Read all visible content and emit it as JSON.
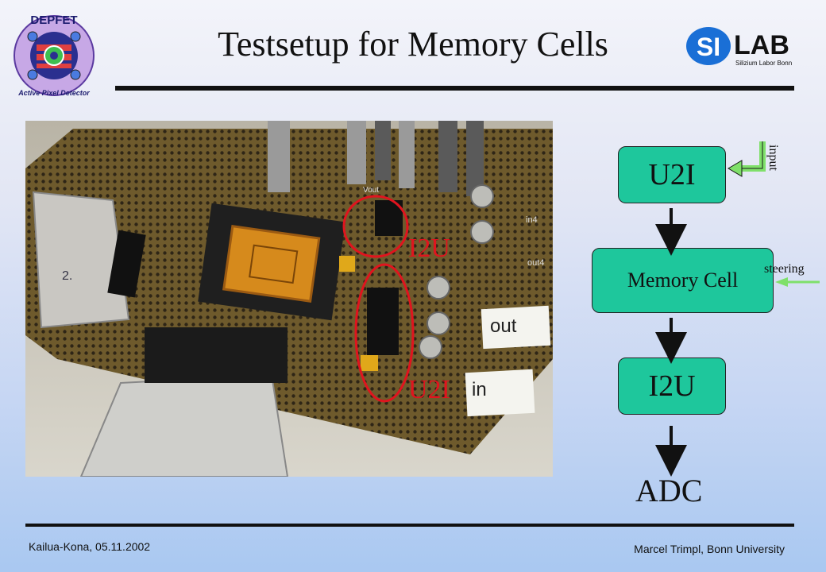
{
  "slide": {
    "title": "Testsetup for Memory Cells",
    "footer_left": "Kailua-Kona, 05.11.2002",
    "footer_right": "Marcel Trimpl, Bonn University"
  },
  "logos": {
    "depfet_top": "DEPFET",
    "depfet_bottom": "Active Pixel Detector",
    "silab_si": "SI",
    "silab_lab": "LAB",
    "silab_sub": "Silizium Labor Bonn"
  },
  "photo": {
    "label_i2u": "I2U",
    "label_u2i": "U2I",
    "board_labels": [
      "out",
      "in",
      "2.",
      "out4",
      "in4",
      "Vout"
    ]
  },
  "diagram": {
    "box_u2i": "U2I",
    "box_memory": "Memory Cell",
    "box_i2u": "I2U",
    "adc": "ADC",
    "input_label": "input",
    "steering_label": "steering"
  },
  "colors": {
    "box_fill": "#1ec79c",
    "circle_red": "#e0141e",
    "silab_blue": "#1a6fd6"
  }
}
